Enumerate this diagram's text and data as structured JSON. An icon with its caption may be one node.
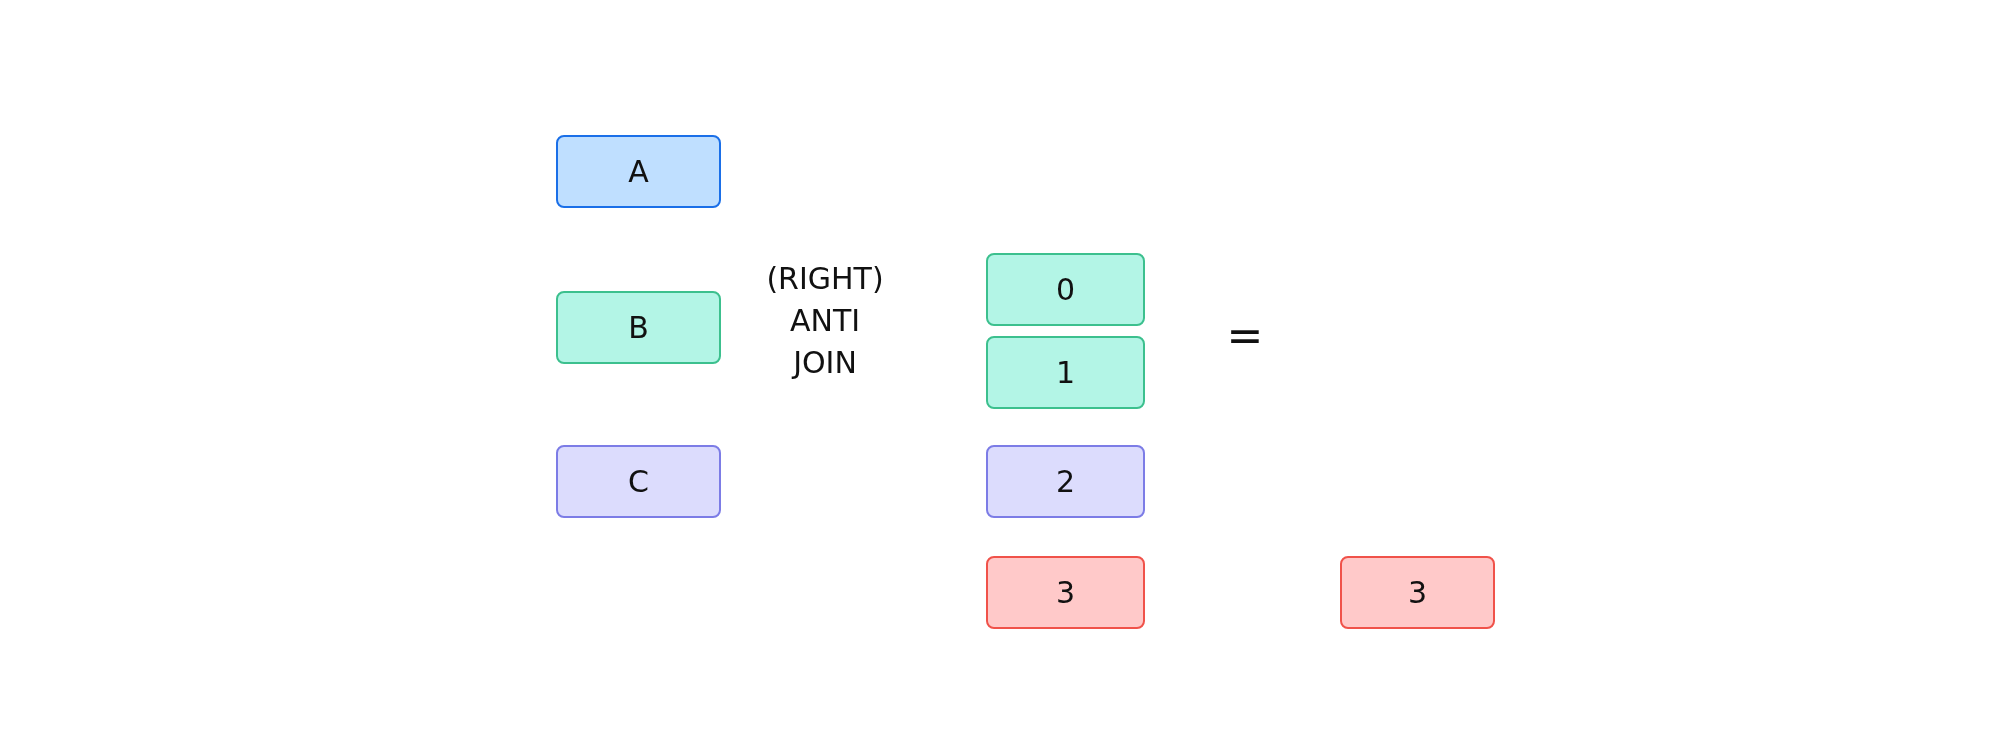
{
  "diagram": {
    "nodes": [
      {
        "text": [
          "A"
        ]
      },
      {
        "text": [
          "B"
        ]
      },
      {
        "text": [
          "C"
        ]
      },
      {
        "text": [
          "0"
        ]
      },
      {
        "text": [
          "1"
        ]
      },
      {
        "text": [
          "2"
        ]
      },
      {
        "text": [
          "3"
        ]
      },
      {
        "text": [
          "3"
        ]
      }
    ],
    "labels": [
      "(RIGHT) ANTI JOIN",
      "="
    ]
  }
}
